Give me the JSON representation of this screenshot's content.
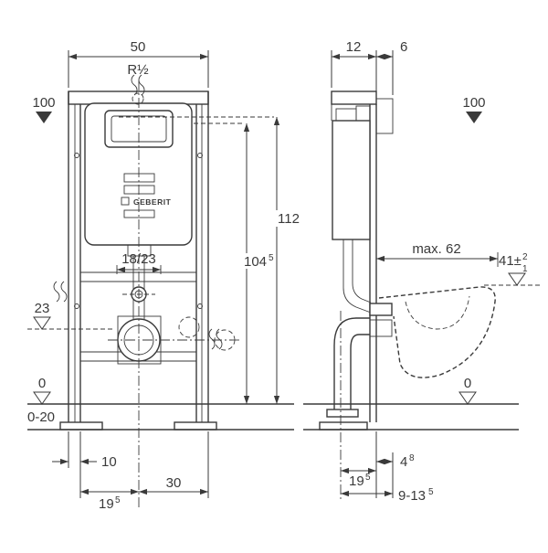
{
  "colors": {
    "line": "#3a3a3a",
    "light_gray": "#cfcfcf",
    "mid_gray": "#9c9c9c"
  },
  "front": {
    "dim_width": "50",
    "water_connection": "R½",
    "level_100": "100",
    "dim_112": "112",
    "dim_104": "104",
    "dim_104_sup": "5",
    "dim_18_23": "18/23",
    "level_23": "23",
    "level_0": "0",
    "floor_range": "0-20",
    "dim_10": "10",
    "dim_19": "19",
    "dim_19_sup": "5",
    "dim_30": "30",
    "brand": "GEBERIT"
  },
  "side": {
    "dim_12": "12",
    "dim_6": "6",
    "level_100": "100",
    "dim_max_62": "max. 62",
    "dim_41": "41±",
    "dim_41_sup": "2",
    "dim_41_sub": "1",
    "level_0": "0",
    "dim_19": "19",
    "dim_19_sup": "5",
    "dim_4": "4",
    "dim_4_sup": "8",
    "dim_9_13": "9-13",
    "dim_9_13_sup": "5"
  }
}
